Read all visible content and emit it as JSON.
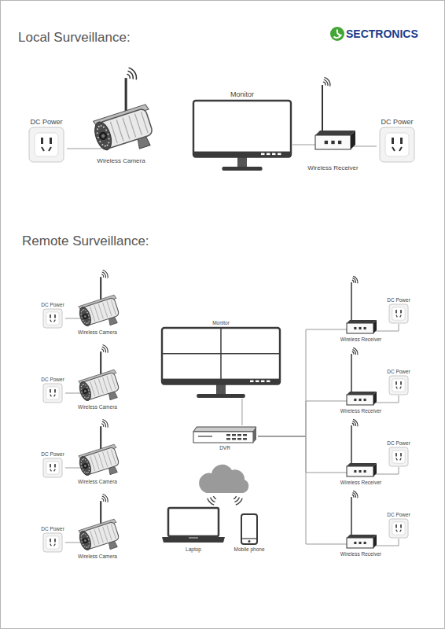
{
  "diagram": {
    "nodes": [
      {
        "text": [
          "DC Power"
        ]
      },
      {
        "text": [
          "Wireless Camera"
        ]
      },
      {
        "text": [
          "Monitor"
        ]
      },
      {
        "text": [
          "Wireless Receiver"
        ]
      },
      {
        "text": [
          "DC Power"
        ]
      },
      {
        "text": [
          "DC Power"
        ]
      },
      {
        "text": [
          "Wireless Camera"
        ]
      },
      {
        "text": [
          "DC Power"
        ]
      },
      {
        "text": [
          "Wireless Camera"
        ]
      },
      {
        "text": [
          "DC Power"
        ]
      },
      {
        "text": [
          "Wireless Camera"
        ]
      },
      {
        "text": [
          "DC Power"
        ]
      },
      {
        "text": [
          "Wireless Camera"
        ]
      },
      {
        "text": [
          "Monitor"
        ]
      },
      {
        "text": [
          "Wireless Receiver"
        ]
      },
      {
        "text": [
          "DC Power"
        ]
      },
      {
        "text": [
          "Wireless Receiver"
        ]
      },
      {
        "text": [
          "DC Power"
        ]
      },
      {
        "text": [
          "Wireless Receiver"
        ]
      },
      {
        "text": [
          "DC Power"
        ]
      },
      {
        "text": [
          "Wireless Receiver"
        ]
      },
      {
        "text": [
          "DC Power"
        ]
      },
      {
        "text": [
          "DVR"
        ]
      },
      {
        "text": [
          "Laptop"
        ]
      },
      {
        "text": [
          "Mobile phone"
        ]
      }
    ],
    "edges": [
      {
        "from": 0,
        "to": 1,
        "arrow": "none"
      },
      {
        "from": 2,
        "to": 3,
        "arrow": "none"
      },
      {
        "from": 3,
        "to": 4,
        "arrow": "none"
      },
      {
        "from": 5,
        "to": 6,
        "arrow": "none"
      },
      {
        "from": 7,
        "to": 8,
        "arrow": "none"
      },
      {
        "from": 9,
        "to": 10,
        "arrow": "none"
      },
      {
        "from": 11,
        "to": 12,
        "arrow": "none"
      },
      {
        "from": 13,
        "to": 22,
        "arrow": "none"
      },
      {
        "from": 22,
        "to": 14,
        "arrow": "none"
      },
      {
        "from": 22,
        "to": 16,
        "arrow": "none"
      },
      {
        "from": 22,
        "to": 18,
        "arrow": "none"
      },
      {
        "from": 22,
        "to": 20,
        "arrow": "none"
      },
      {
        "from": 14,
        "to": 15,
        "arrow": "none"
      },
      {
        "from": 16,
        "to": 17,
        "arrow": "none"
      },
      {
        "from": 18,
        "to": 19,
        "arrow": "none"
      },
      {
        "from": 20,
        "to": 21,
        "arrow": "none"
      }
    ],
    "labels": [
      "Local Surveillance:",
      "Remote Surveillance:",
      "SECTRONICS"
    ]
  }
}
